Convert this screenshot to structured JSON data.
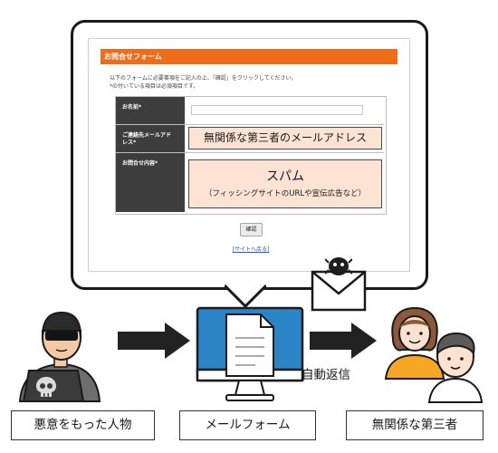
{
  "form": {
    "header": "お問合せフォーム",
    "intro_line1": "以下のフォームに必要事項をご記入の上、「確認」をクリックしてください。",
    "intro_line2": "*の付いている項目は必須項目です。",
    "labels": {
      "name": "お名前*",
      "email_line1": "ご連絡先メールアド",
      "email_line2": "レス*",
      "inquiry": "お問合せ内容*"
    },
    "email_value": "無関係な第三者のメールアドレス",
    "spam_title": "スパム",
    "spam_sub": "（フィッシングサイトのURLや宣伝広告など）",
    "confirm_button": "確認",
    "back_link": "[サイトへ戻る]"
  },
  "labels": {
    "actor": "悪意をもった人物",
    "mailform": "メールフォーム",
    "victim": "無関係な第三者",
    "auto_reply": "自動返信"
  },
  "colors": {
    "accent_orange": "#ef6c1a",
    "label_dark": "#3d3d3d",
    "highlight_peach": "#fce3d3",
    "monitor_blue": "#2a84c6",
    "arrow": "#222222"
  },
  "icons": [
    "hacker-icon",
    "skull-icon",
    "monitor-icon",
    "document-icon",
    "envelope-icon",
    "spam-bug-icon",
    "person-woman-icon",
    "person-boy-icon",
    "arrow-right-icon"
  ]
}
